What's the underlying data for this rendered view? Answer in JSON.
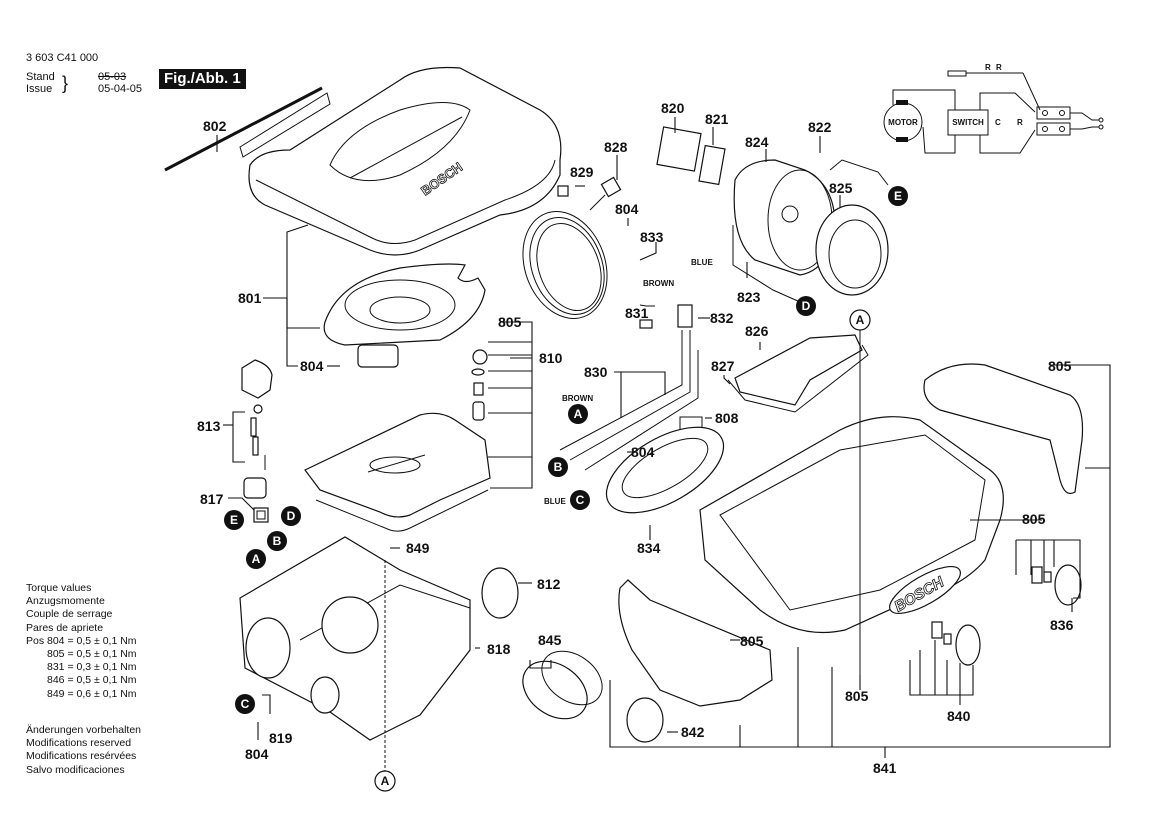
{
  "header": {
    "part_number": "3 603 C41 000",
    "stand_label": "Stand",
    "issue_label": "Issue",
    "stand_date_struck": "05-03",
    "issue_date": "05-04-05",
    "figure_label": "Fig./Abb. 1"
  },
  "torque": {
    "titles": [
      "Torque values",
      "Anzugsmomente",
      "Couple de serrage",
      "Pares de apriete"
    ],
    "prefix": "Pos",
    "rows": [
      {
        "pos": "804",
        "value": "= 0,5 ± 0,1 Nm"
      },
      {
        "pos": "805",
        "value": "= 0,5 ± 0,1 Nm"
      },
      {
        "pos": "831",
        "value": "= 0,3 ± 0,1 Nm"
      },
      {
        "pos": "846",
        "value": "= 0,5 ± 0,1 Nm"
      },
      {
        "pos": "849",
        "value": "= 0,6 ± 0,1 Nm"
      }
    ]
  },
  "modifications": [
    "Änderungen vorbehalten",
    "Modifications reserved",
    "Modifications resérvées",
    "Salvo modificaciones"
  ],
  "wiring": {
    "motor": "MOTOR",
    "switch": "SWITCH",
    "c": "C",
    "r": "R",
    "r1": "R",
    "r2": "R"
  },
  "wire_colors": {
    "brown_top": "BROWN",
    "blue_top": "BLUE",
    "brown_left": "BROWN",
    "blue_left": "BLUE"
  },
  "connectors": [
    "A",
    "B",
    "C",
    "D",
    "E"
  ],
  "callouts": [
    {
      "id": "802",
      "text": "802"
    },
    {
      "id": "801",
      "text": "801"
    },
    {
      "id": "804a",
      "text": "804"
    },
    {
      "id": "805a",
      "text": "805"
    },
    {
      "id": "810",
      "text": "810"
    },
    {
      "id": "813",
      "text": "813"
    },
    {
      "id": "817",
      "text": "817"
    },
    {
      "id": "849",
      "text": "849"
    },
    {
      "id": "812",
      "text": "812"
    },
    {
      "id": "818",
      "text": "818"
    },
    {
      "id": "819",
      "text": "819"
    },
    {
      "id": "804b",
      "text": "804"
    },
    {
      "id": "820",
      "text": "820"
    },
    {
      "id": "821",
      "text": "821"
    },
    {
      "id": "824",
      "text": "824"
    },
    {
      "id": "822",
      "text": "822"
    },
    {
      "id": "825",
      "text": "825"
    },
    {
      "id": "828",
      "text": "828"
    },
    {
      "id": "829",
      "text": "829"
    },
    {
      "id": "804c",
      "text": "804"
    },
    {
      "id": "833",
      "text": "833"
    },
    {
      "id": "823",
      "text": "823"
    },
    {
      "id": "831",
      "text": "831"
    },
    {
      "id": "832",
      "text": "832"
    },
    {
      "id": "826",
      "text": "826"
    },
    {
      "id": "827",
      "text": "827"
    },
    {
      "id": "830",
      "text": "830"
    },
    {
      "id": "808",
      "text": "808"
    },
    {
      "id": "804d",
      "text": "804"
    },
    {
      "id": "834",
      "text": "834"
    },
    {
      "id": "805b",
      "text": "805"
    },
    {
      "id": "805c",
      "text": "805"
    },
    {
      "id": "836",
      "text": "836"
    },
    {
      "id": "845",
      "text": "845"
    },
    {
      "id": "805d",
      "text": "805"
    },
    {
      "id": "805e",
      "text": "805"
    },
    {
      "id": "842",
      "text": "842"
    },
    {
      "id": "840",
      "text": "840"
    },
    {
      "id": "841",
      "text": "841"
    }
  ],
  "brand_marks": {
    "lid": "BOSCH",
    "base": "BOSCH"
  }
}
